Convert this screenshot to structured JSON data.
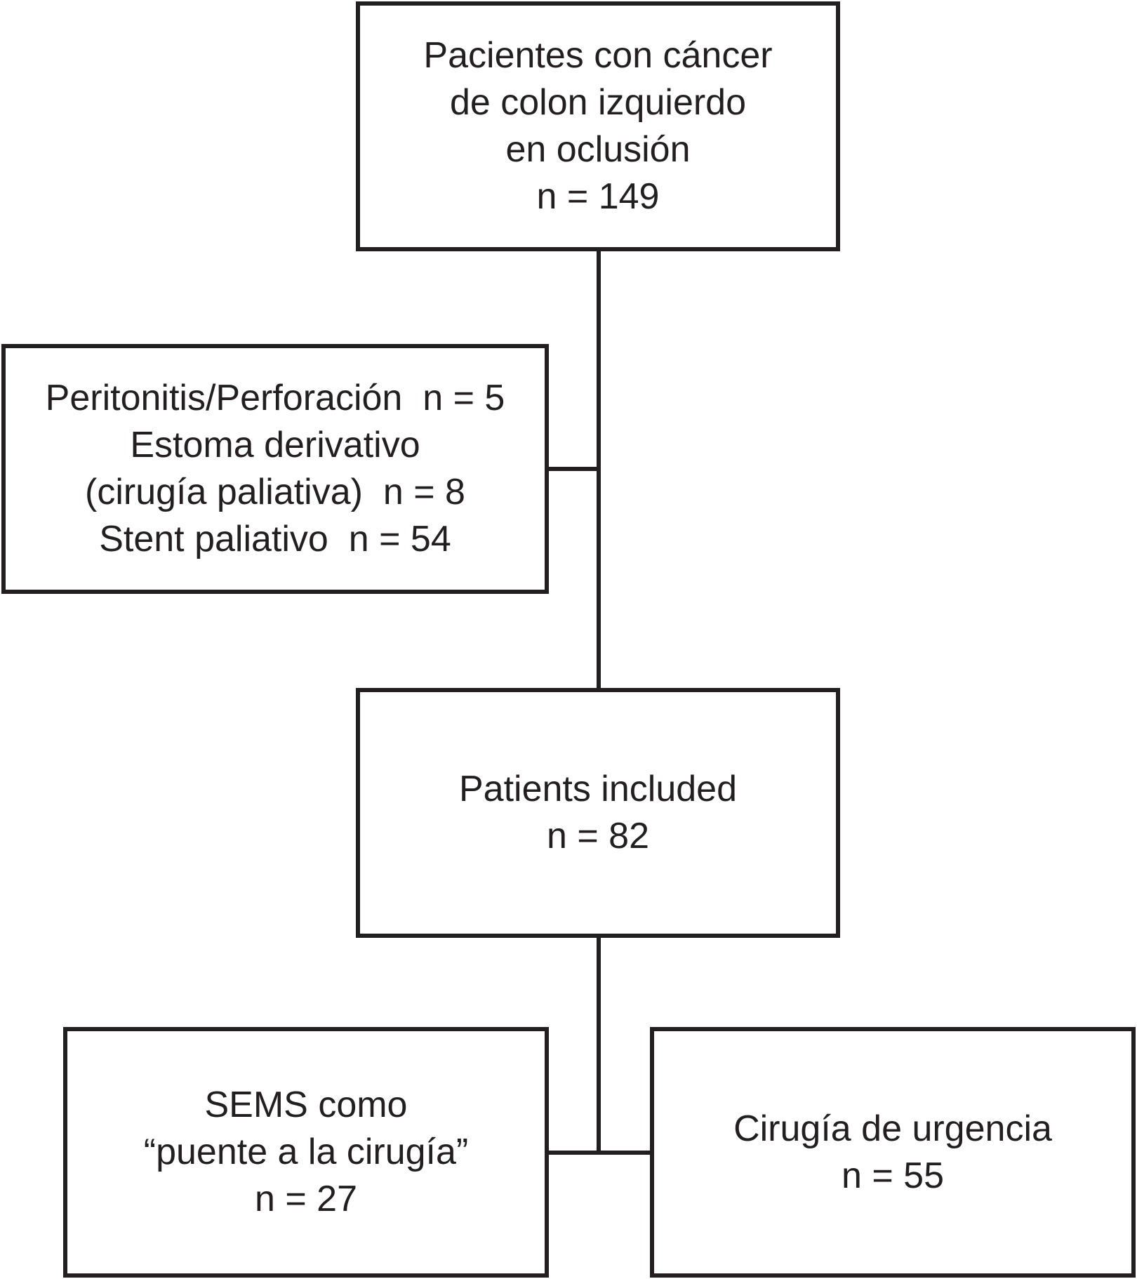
{
  "diagram": {
    "top_box": {
      "lines": [
        "Pacientes con cáncer",
        "de colon izquierdo",
        "en oclusión",
        "n = 149"
      ]
    },
    "excluded_box": {
      "lines": [
        "Peritonitis/Perforación  n = 5",
        "Estoma derivativo",
        "(cirugía paliativa)  n = 8",
        "Stent paliativo  n = 54"
      ]
    },
    "included_box": {
      "lines": [
        "Patients included",
        "n = 82"
      ]
    },
    "sems_box": {
      "lines": [
        "SEMS como",
        "“puente a la cirugía”",
        "n = 27"
      ]
    },
    "urgent_box": {
      "lines": [
        "Cirugía de urgencia",
        "n = 55"
      ]
    }
  },
  "colors": {
    "stroke": "#231f20",
    "background": "#ffffff"
  }
}
